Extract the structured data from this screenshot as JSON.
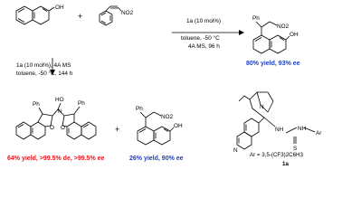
{
  "scheme": {
    "reactant_substituent_oh": "OH",
    "reagent_plus": "+",
    "reagent_no2": "NO2",
    "left_conditions": {
      "line1": "1a (10 mol%), 4A MS",
      "line2": "toluene, -50 °C, 144 h"
    },
    "right_conditions": {
      "line1": "1a (10 mol%)",
      "line2": "toluene, -50 °C",
      "line3": "4A MS, 96 h"
    },
    "product_top": {
      "ph_label": "Ph",
      "no2_label": "NO2",
      "oh_label": "OH",
      "yield_text": "80% yield, 93% ee"
    },
    "product_dimer": {
      "ph_left": "Ph",
      "ph_right": "Ph",
      "ho_label": "HO",
      "n_label": "N",
      "o_left": "O",
      "o_right": "O",
      "yield_text": "64% yield, >99.5% de, >99.5% ee"
    },
    "plus_bottom": "+",
    "product_bottom": {
      "ph_label": "Ph",
      "no2_label": "NO2",
      "oh_label": "OH",
      "yield_text": "26% yield, 90% ee"
    },
    "catalyst": {
      "n_top": "N",
      "n_ring": "N",
      "nh_left": "NH",
      "nh_right": "NH",
      "s_label": "S",
      "ar_label": "Ar",
      "ar_def": "Ar = 3,5-(CF3)2C6H3",
      "name": "1a"
    },
    "colors": {
      "red_yield": "#e8161d",
      "blue_yield": "#1f3fc4"
    }
  }
}
